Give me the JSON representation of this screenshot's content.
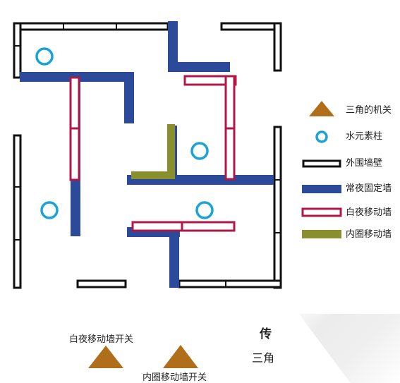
{
  "legend": {
    "items": [
      {
        "icon": "triangle-icon",
        "label": "三角的机关"
      },
      {
        "icon": "ring-icon",
        "label": "水元素柱"
      },
      {
        "icon": "outer-wall-icon",
        "label": "外围墙壁"
      },
      {
        "icon": "fixed-wall-icon",
        "label": "常夜固定墙"
      },
      {
        "icon": "day-night-wall-icon",
        "label": "白夜移动墙"
      },
      {
        "icon": "inner-wall-icon",
        "label": "内圈移动墙"
      }
    ]
  },
  "switches": {
    "day_night_switch_label": "白夜移动墙开关",
    "inner_switch_label": "内圈移动墙开关"
  },
  "footer": {
    "title_fragment": "传",
    "subtitle_fragment": "三角"
  },
  "colors": {
    "outer_wall": "#111111",
    "fixed_wall": "#2b4a99",
    "day_night_wall": "#b01848",
    "inner_wall": "#8a8f2e",
    "water_pillar": "#1aa3d6",
    "triangle": "#b06d1a"
  }
}
